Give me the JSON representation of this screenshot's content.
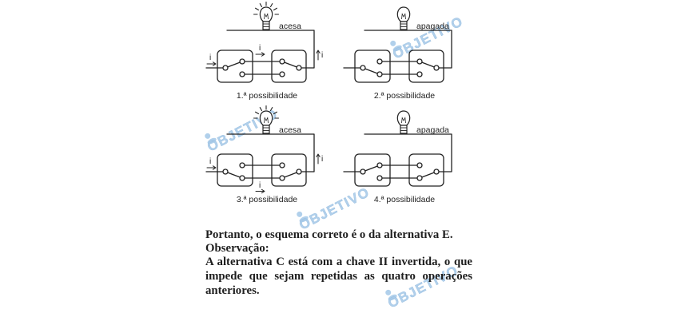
{
  "diagrams": [
    {
      "label": "1.ª possibilidade",
      "lamp_label": "acesa"
    },
    {
      "label": "2.ª possibilidade",
      "lamp_label": "apagada"
    },
    {
      "label": "3.ª possibilidade",
      "lamp_label": "acesa"
    },
    {
      "label": "4.ª possibilidade",
      "lamp_label": "apagada"
    }
  ],
  "current_label": "i",
  "text": {
    "conclusion": "Portanto, o esquema correto é o da alternativa E.",
    "observation_title": "Observação:",
    "observation_lines": [
      "A alternativa C está com a chave II invertida, o que",
      "impede que sejam repetidas as quatro operações",
      "anteriores."
    ]
  },
  "watermark": "OBJETIVO",
  "icons": {
    "lamp": "light-bulb-icon"
  },
  "colors": {
    "ink": "#222222",
    "watermark": "#a9cbe9",
    "background": "#ffffff"
  }
}
